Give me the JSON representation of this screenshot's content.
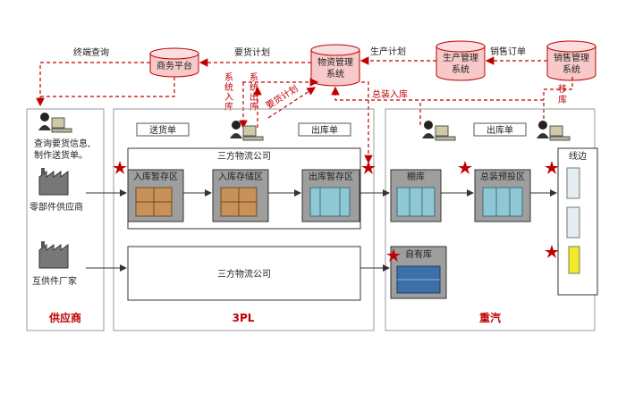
{
  "systems": {
    "commerce": "商务平台",
    "material_1": "物资管理",
    "material_2": "系统",
    "production_1": "生产管理",
    "production_2": "系统",
    "sales_1": "销售管理",
    "sales_2": "系统"
  },
  "flows": {
    "terminal_query": "终端查询",
    "demand_plan": "要货计划",
    "production_plan": "生产计划",
    "sales_order": "销售订单",
    "system_in_1": "系",
    "system_in_2": "统",
    "system_in_3": "入",
    "system_in_4": "库",
    "system_out_1": "系",
    "system_out_2": "统",
    "system_out_3": "出",
    "system_out_4": "库",
    "demand_plan_diag": "要货计划",
    "assembly_in": "总装入库",
    "move_1": "移",
    "move_2": "库"
  },
  "supplier": {
    "query_1": "查询要货信息,",
    "query_2": "制作送货单。",
    "parts_supplier": "零部件供应商",
    "mutual_supplier": "互供件厂家",
    "footer": "供应商"
  },
  "tpl": {
    "delivery_note": "送货单",
    "out_note": "出库单",
    "company_top": "三方物流公司",
    "zone_in_temp": "入库暂存区",
    "zone_in_store": "入库存储区",
    "zone_out_temp": "出库暂存区",
    "company_bottom": "三方物流公司",
    "footer": "3PL"
  },
  "heavy": {
    "out_note": "出库单",
    "warehouse": "棚库",
    "assembly_zone": "总装预投区",
    "own_warehouse": "自有库",
    "line_side": "线边",
    "footer": "重汽"
  },
  "colors": {
    "dashed_red": "#c00000",
    "db_fill": "#f7c9c9",
    "zone_fill": "#9e9e9e"
  }
}
